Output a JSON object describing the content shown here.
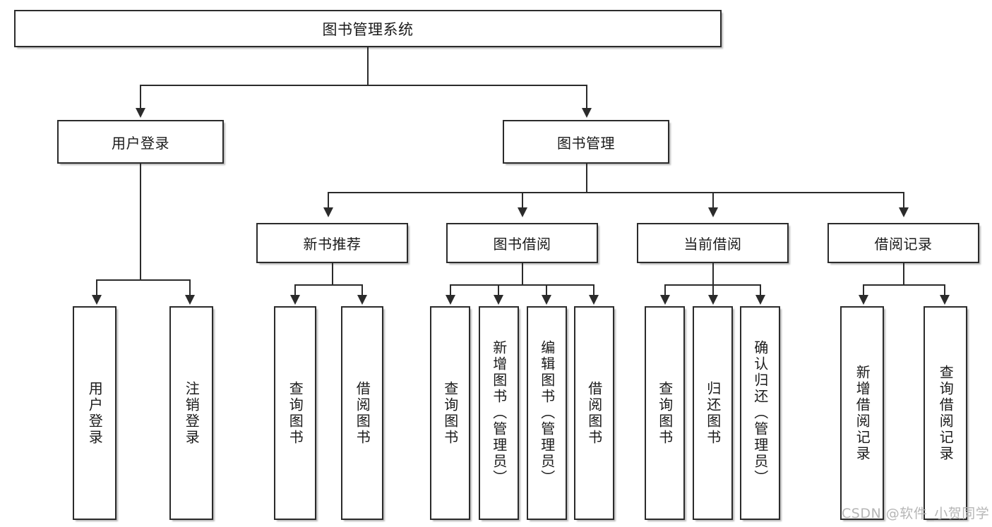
{
  "diagram": {
    "title": "图书管理系统",
    "type": "hierarchy-tree",
    "watermark": "CSDN @软件_小贺同学",
    "colors": {
      "box_border": "#2b2b2b",
      "box_fill": "#ffffff",
      "line": "#2b2b2b",
      "text": "#1a1a1a",
      "watermark": "#b6b6b6",
      "background": "#ffffff"
    },
    "levels": {
      "root": {
        "label": "图书管理系统"
      },
      "level2": [
        {
          "label": "用户登录"
        },
        {
          "label": "图书管理"
        }
      ],
      "level3": [
        {
          "label": "新书推荐"
        },
        {
          "label": "图书借阅"
        },
        {
          "label": "当前借阅"
        },
        {
          "label": "借阅记录"
        }
      ],
      "leaves": {
        "user_login": [
          {
            "label": "用户登录"
          },
          {
            "label": "注销登录"
          }
        ],
        "new_book_recommend": [
          {
            "label": "查询图书"
          },
          {
            "label": "借阅图书"
          }
        ],
        "book_borrow": [
          {
            "label": "查询图书"
          },
          {
            "label": "新增图书（管理员）"
          },
          {
            "label": "编辑图书（管理员）"
          },
          {
            "label": "借阅图书"
          }
        ],
        "current_borrow": [
          {
            "label": "查询图书"
          },
          {
            "label": "归还图书"
          },
          {
            "label": "确认归还（管理员）"
          }
        ],
        "borrow_record": [
          {
            "label": "新增借阅记录"
          },
          {
            "label": "查询借阅记录"
          }
        ]
      }
    }
  }
}
